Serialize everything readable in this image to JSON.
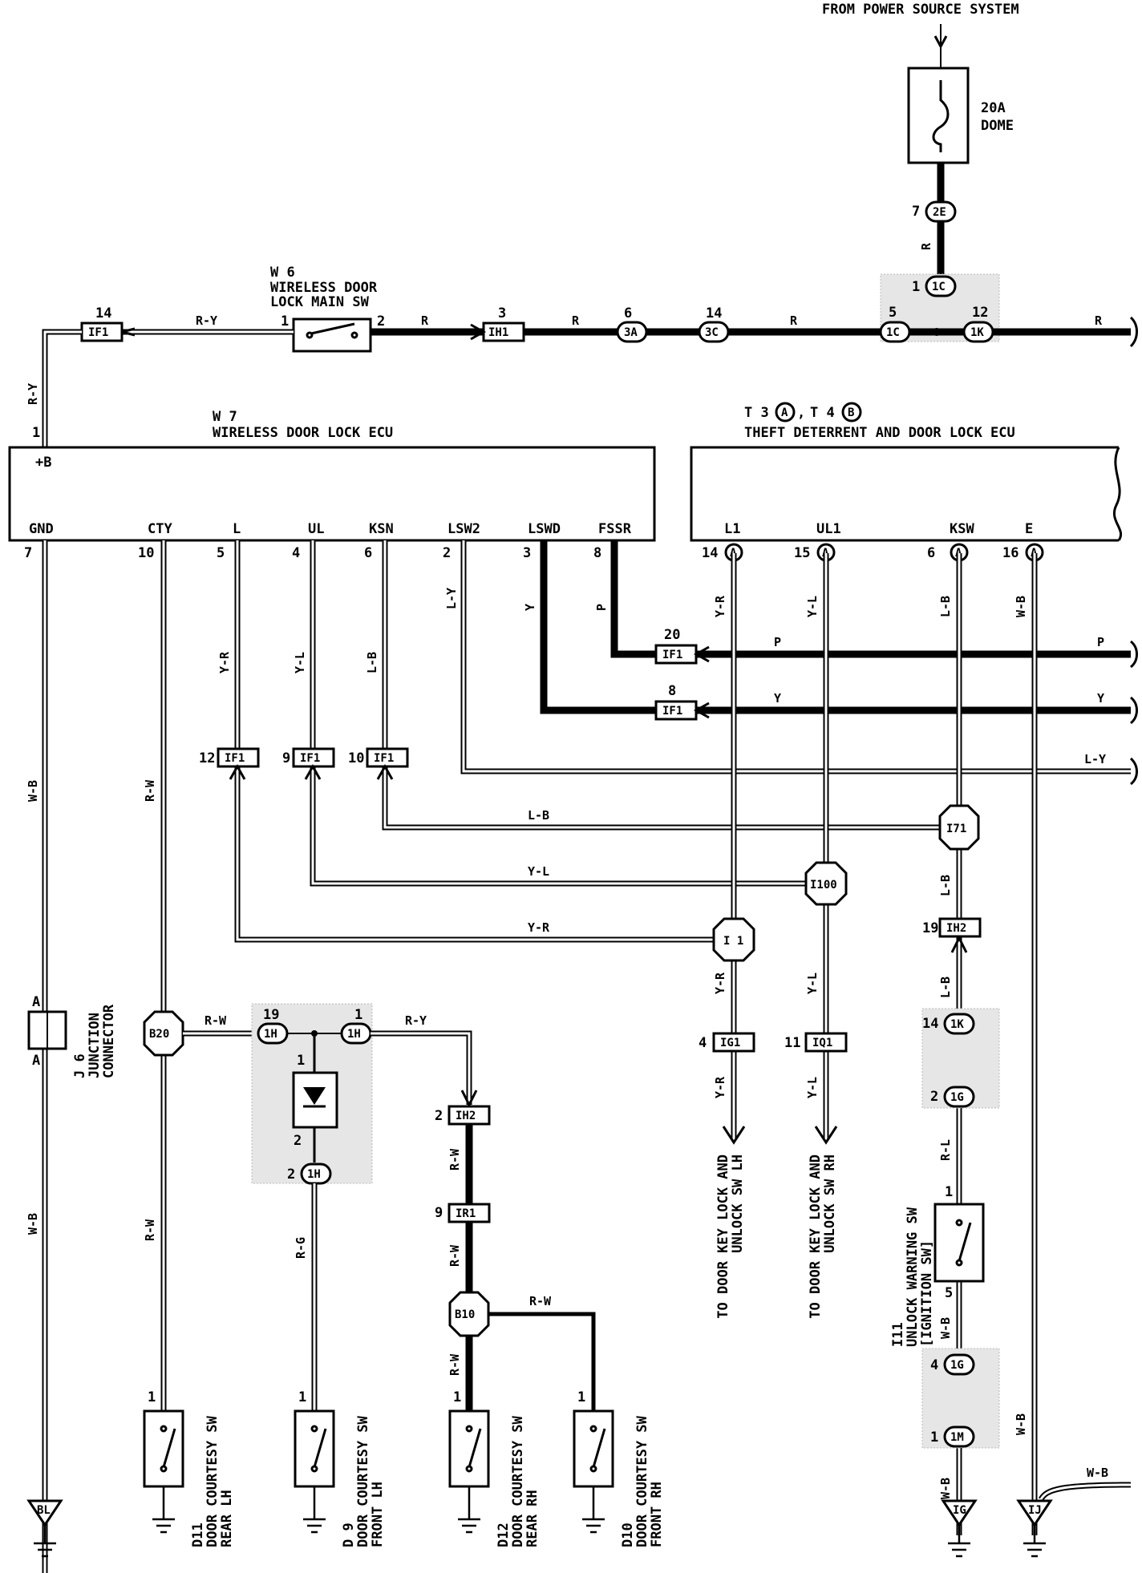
{
  "source": {
    "label": "FROM POWER SOURCE SYSTEM"
  },
  "fuse": {
    "rating": "20A",
    "name": "DOME"
  },
  "main_sw": {
    "id": "W 6",
    "line1": "WIRELESS DOOR",
    "line2": "LOCK MAIN SW",
    "pin1": "1",
    "pin2": "2"
  },
  "ecu_w7": {
    "id": "W 7",
    "name": "WIRELESS DOOR LOCK ECU",
    "plus_b": "+B",
    "plus_b_pin": "1",
    "pins": [
      {
        "label": "GND",
        "num": "7"
      },
      {
        "label": "CTY",
        "num": "10"
      },
      {
        "label": "L",
        "num": "5"
      },
      {
        "label": "UL",
        "num": "4"
      },
      {
        "label": "KSN",
        "num": "6"
      },
      {
        "label": "LSW2",
        "num": "2"
      },
      {
        "label": "LSWD",
        "num": "3"
      },
      {
        "label": "FSSR",
        "num": "8"
      }
    ]
  },
  "ecu_t3": {
    "id": "T 3",
    "sep": ",",
    "id2": "T 4",
    "conn_a": "A",
    "conn_b": "B",
    "name": "THEFT DETERRENT AND DOOR LOCK ECU",
    "pins": [
      {
        "label": "L1",
        "num": "14"
      },
      {
        "label": "UL1",
        "num": "15"
      },
      {
        "label": "KSW",
        "num": "6"
      },
      {
        "label": "E",
        "num": "16"
      }
    ]
  },
  "wires": {
    "r": "R",
    "ry": "R-Y",
    "wb": "W-B",
    "rw": "R-W",
    "yr": "Y-R",
    "yl": "Y-L",
    "lb": "L-B",
    "ly": "L-Y",
    "y": "Y",
    "p": "P",
    "rg": "R-G",
    "rl": "R-L"
  },
  "connectors": {
    "c2e": "2E",
    "c1c": "1C",
    "c1k": "1K",
    "c3a": "3A",
    "c3c": "3C",
    "ih1": "IH1",
    "if1": "IF1",
    "ih2": "IH2",
    "ir1": "IR1",
    "ig1": "IG1",
    "iq1": "IQ1",
    "c1h": "1H",
    "c1g": "1G",
    "c1m": "1M"
  },
  "pin_numbers": {
    "p7": "7",
    "p1": "1",
    "p5": "5",
    "p12": "12",
    "p3": "3",
    "p6": "6",
    "p14": "14",
    "p20": "20",
    "p8": "8",
    "p9": "9",
    "p10": "10",
    "p19": "19",
    "p2": "2",
    "p4": "4",
    "p11": "11"
  },
  "junctions": {
    "i71": "I71",
    "i100": "I100",
    "i1": "I 1",
    "b20": "B20",
    "b10": "B10"
  },
  "junction_conn": {
    "id": "J 6",
    "name": "JUNCTION",
    "name2": "CONNECTOR",
    "a": "A"
  },
  "grounds": {
    "bl": "BL",
    "ig": "IG",
    "ij": "IJ"
  },
  "switches": [
    {
      "id": "D11",
      "line1": "DOOR COURTESY SW",
      "line2": "REAR LH"
    },
    {
      "id": "D 9",
      "line1": "DOOR COURTESY SW",
      "line2": "FRONT LH"
    },
    {
      "id": "D12",
      "line1": "DOOR COURTESY SW",
      "line2": "REAR RH"
    },
    {
      "id": "D10",
      "line1": "DOOR COURTESY SW",
      "line2": "FRONT RH"
    }
  ],
  "unlock_sw": {
    "id": "I11",
    "line1": "UNLOCK WARNING SW",
    "line2": "[IGNITION SW]"
  },
  "key_lh": {
    "line1": "TO DOOR KEY LOCK AND",
    "line2": "UNLOCK SW LH"
  },
  "key_rh": {
    "line1": "TO DOOR KEY LOCK AND",
    "line2": "UNLOCK SW RH"
  }
}
